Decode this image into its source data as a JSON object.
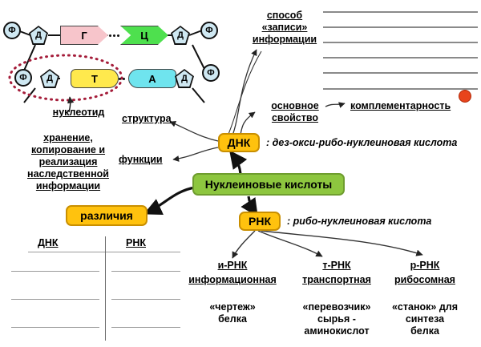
{
  "diagram": {
    "title": "Нуклеиновые кислоты",
    "language": "ru"
  },
  "colors": {
    "yellow_box": "#ffc20e",
    "yellow_border": "#c98f00",
    "green_box": "#8dc63f",
    "green_border": "#6f9d2f",
    "base_g": "#f7c5cb",
    "base_c": "#4ee04e",
    "base_t": "#ffe94d",
    "base_a": "#6fe4ee",
    "sugar_phosphate": "#cfe8f2",
    "dotted_highlight": "#a51d3a",
    "rule_line": "#8a8a8a",
    "red_dot": "#e8441c"
  },
  "nucleotide_schematic": {
    "phosphate_label": "Ф",
    "sugar_label": "Д",
    "bases": {
      "g": "Г",
      "c": "Ц",
      "t": "Т",
      "a": "А"
    },
    "callout": "нуклеотид"
  },
  "central_nodes": {
    "nucleic_acids": "Нуклеиновые кислоты",
    "dna": "ДНК",
    "rna": "РНК",
    "dna_expansion": ": дез-окси-рибо-нуклеиновая кислота",
    "rna_expansion": ": рибо-нуклеиновая кислота",
    "differences": "различия"
  },
  "dna_branches": {
    "structure": "структура",
    "functions": "функции",
    "functions_detail_lines": [
      "хранение,",
      "копирование и",
      "реализация",
      "наследственной",
      "информации"
    ],
    "recording_method_lines": [
      "способ",
      "«записи»",
      "информации"
    ],
    "main_property_lines": [
      "основное",
      "свойство"
    ],
    "complementarity": "комплементарность"
  },
  "differences_table": {
    "columns": [
      "ДНК",
      "РНК"
    ],
    "blank_rows": 3
  },
  "rna_types": [
    {
      "abbr": "и-РНК",
      "full": "информационная",
      "role_lines": [
        "«чертеж»",
        "белка"
      ]
    },
    {
      "abbr": "т-РНК",
      "full": "транспортная",
      "role_lines": [
        "«перевозчик»",
        "сырья -",
        "аминокислот"
      ]
    },
    {
      "abbr": "р-РНК",
      "full": "рибосомная",
      "role_lines": [
        "«станок» для",
        "синтеза",
        "белка"
      ]
    }
  ],
  "notes_area": {
    "ruled_line_count": 6,
    "blank": true
  }
}
